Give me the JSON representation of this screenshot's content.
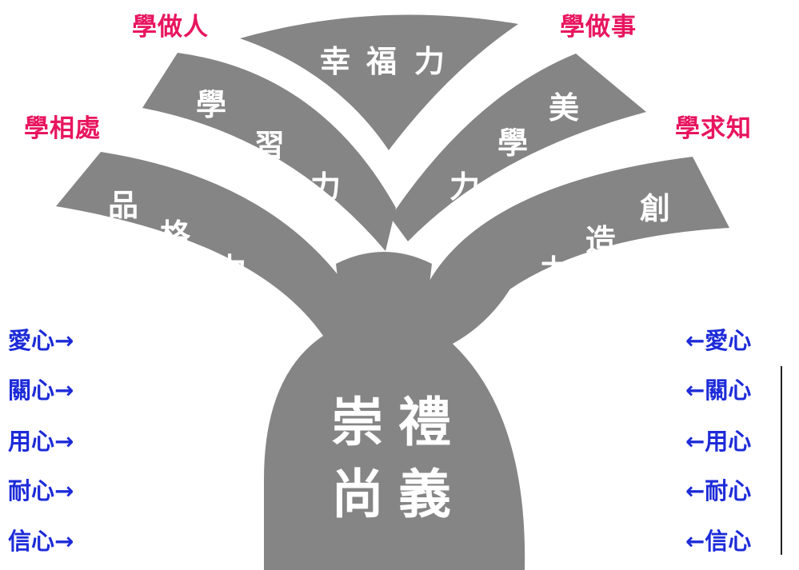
{
  "center": {
    "line1": "崇禮",
    "line2": "尚義"
  },
  "branches": {
    "top": [
      "幸",
      "福",
      "力"
    ],
    "left_upper": [
      "學",
      "習",
      "力"
    ],
    "left_lower": [
      "品",
      "格",
      "力"
    ],
    "right_upper": [
      "美",
      "學",
      "力"
    ],
    "right_lower": [
      "創",
      "造",
      "力"
    ]
  },
  "labels": {
    "top_left": "學做人",
    "top_right": "學做事",
    "mid_left": "學相處",
    "mid_right": "學求知"
  },
  "left_list": [
    "愛心→",
    "關心→",
    "用心→",
    "耐心→",
    "信心→"
  ],
  "right_list": [
    "←愛心",
    "←關心",
    "←用心",
    "←耐心",
    "←信心"
  ],
  "colors": {
    "tree": "#858585",
    "accent": "#e8155f",
    "list": "#1d2bd8"
  }
}
